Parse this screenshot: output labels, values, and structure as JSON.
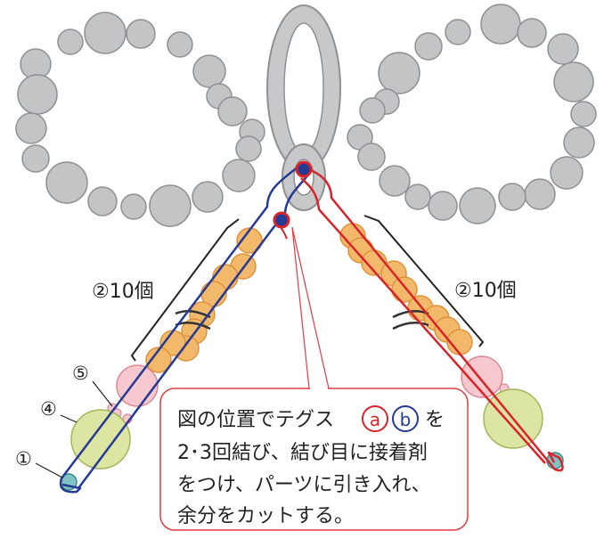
{
  "diagram": {
    "left_count_label": "②10個",
    "right_count_label": "②10個",
    "callout_1": "①",
    "callout_4": "④",
    "callout_5": "⑤",
    "note": {
      "line1_prefix": "図の位置でテグス",
      "mark_a": "a",
      "mark_b": "b",
      "line1_suffix": "を",
      "line2": "2･3回結び、結び目に接着剤",
      "line3": "をつけ、パーツに引き入れ、",
      "line4": "余分をカットする。"
    }
  },
  "colors": {
    "pearl_fill": "#c3c4c6",
    "pearl_stroke": "#8e9094",
    "charm_fill": "#c7c8ca",
    "orange_bead_fill": "#f3b96b",
    "orange_bead_stroke": "#e0913a",
    "pink_bead_fill": "#f7c9cf",
    "green_bead_fill": "#dde5a3",
    "teal_bead_fill": "#7fc3c4",
    "wire_a": "#d8232a",
    "wire_b": "#243a95",
    "note_border": "#e23b43"
  }
}
